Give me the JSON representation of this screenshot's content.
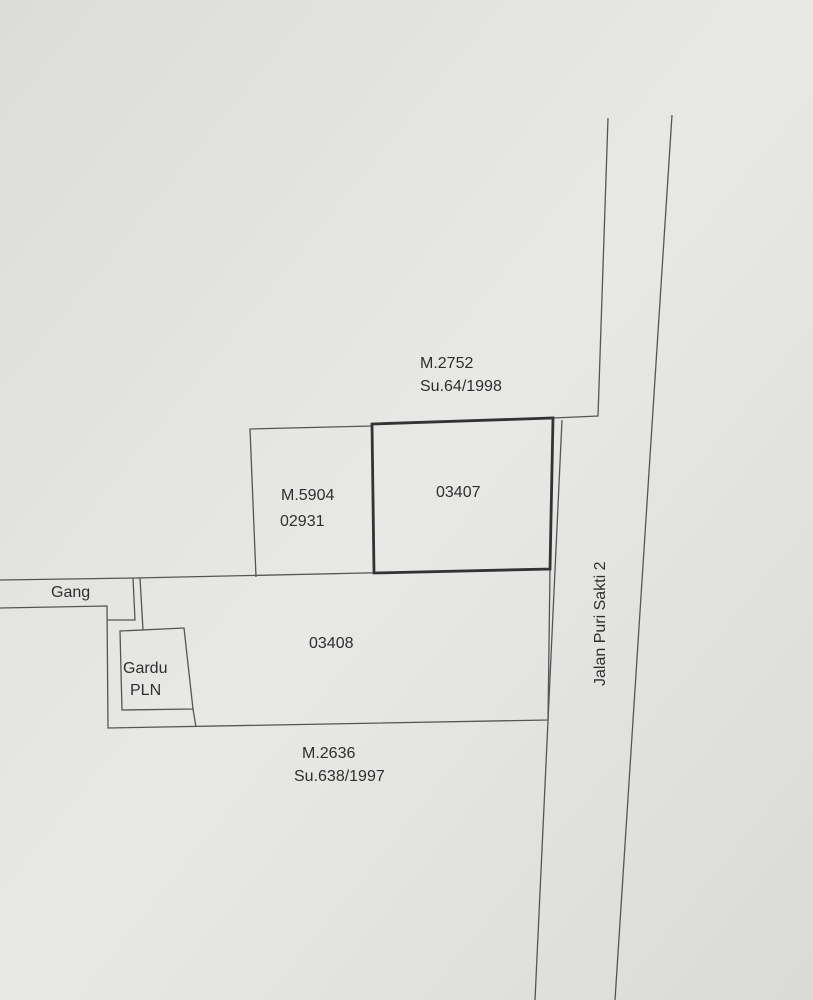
{
  "map": {
    "parcels": [
      {
        "id": "north-parcel",
        "lines": [
          "M.2752",
          "Su.64/1998"
        ]
      },
      {
        "id": "parcel-02931",
        "lines": [
          "M.5904",
          "02931"
        ]
      },
      {
        "id": "parcel-03407",
        "lines": [
          "03407"
        ],
        "highlighted": true
      },
      {
        "id": "parcel-03408",
        "lines": [
          "03408"
        ]
      },
      {
        "id": "south-parcel",
        "lines": [
          "M.2636",
          "Su.638/1997"
        ]
      }
    ],
    "gang_label": "Gang",
    "gardu": {
      "line1": "Gardu",
      "line2": "PLN"
    },
    "road_label": "Jalan Puri Sakti 2"
  },
  "colors": {
    "paper": "#e4e4e2",
    "ink": "#2e2e2e",
    "bold_outline": "#333333"
  }
}
